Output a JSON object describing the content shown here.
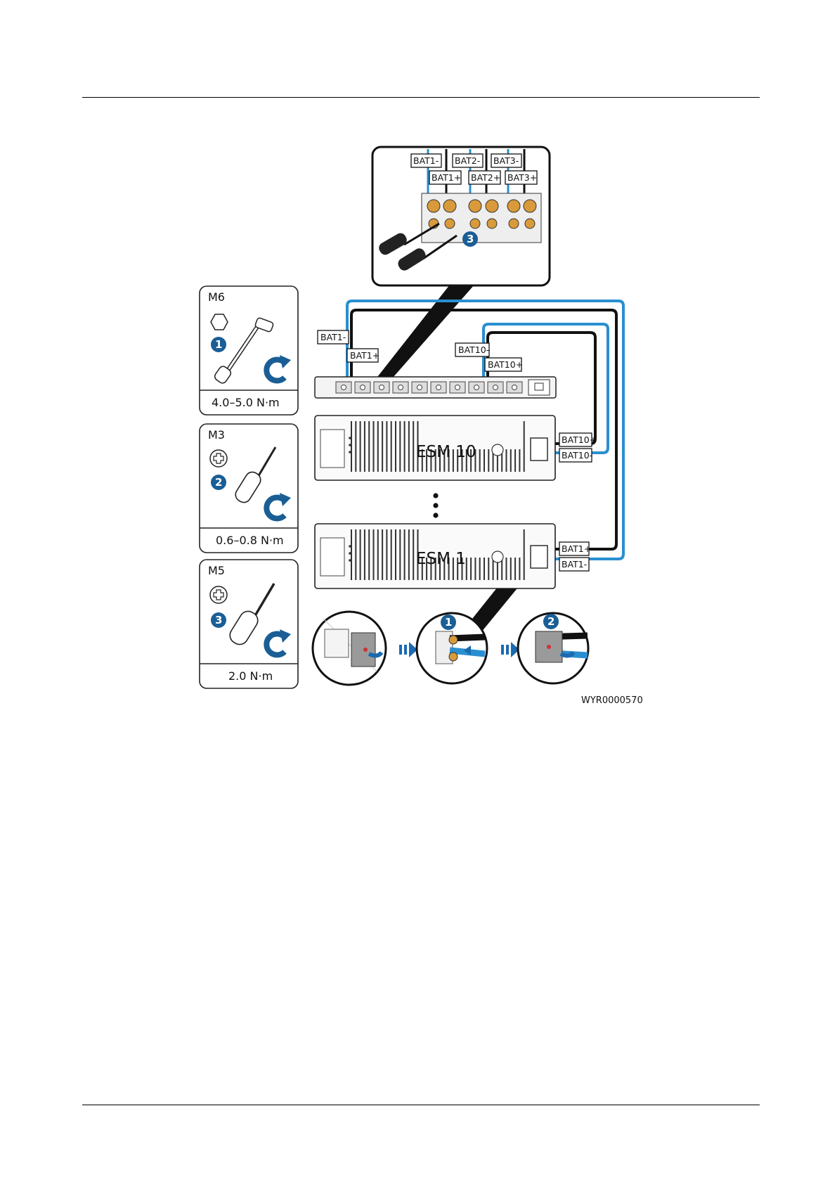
{
  "figure_id": "WYR0000570",
  "colors": {
    "cable_blue": "#2a8fd0",
    "cable_black": "#111111",
    "badge_blue": "#1a5e95"
  },
  "zoom_top": {
    "labels_top": [
      "BAT1-",
      "BAT2-",
      "BAT3-"
    ],
    "labels_bottom": [
      "BAT1+",
      "BAT2+",
      "BAT3+"
    ],
    "step": "3"
  },
  "tools": [
    {
      "size": "M6",
      "head_icon": "hexagon-icon",
      "tool_icon": "socket-wrench-icon",
      "step": "1",
      "torque": "4.0–5.0 N·m"
    },
    {
      "size": "M3",
      "head_icon": "phillips-icon",
      "tool_icon": "screwdriver-icon",
      "step": "2",
      "torque": "0.6–0.8 N·m"
    },
    {
      "size": "M5",
      "head_icon": "phillips-icon",
      "tool_icon": "screwdriver-icon",
      "step": "3",
      "torque": "2.0 N·m"
    }
  ],
  "busbar_labels": {
    "bat1_neg": "BAT1-",
    "bat1_pos": "BAT1+",
    "bat10_neg": "BAT10-",
    "bat10_pos": "BAT10+"
  },
  "modules": [
    {
      "name": "ESM 10",
      "pos_label": "BAT10+",
      "neg_label": "BAT10-"
    },
    {
      "name": "ESM 1",
      "pos_label": "BAT1+",
      "neg_label": "BAT1-"
    }
  ],
  "bottom_steps": [
    "1",
    "2"
  ]
}
